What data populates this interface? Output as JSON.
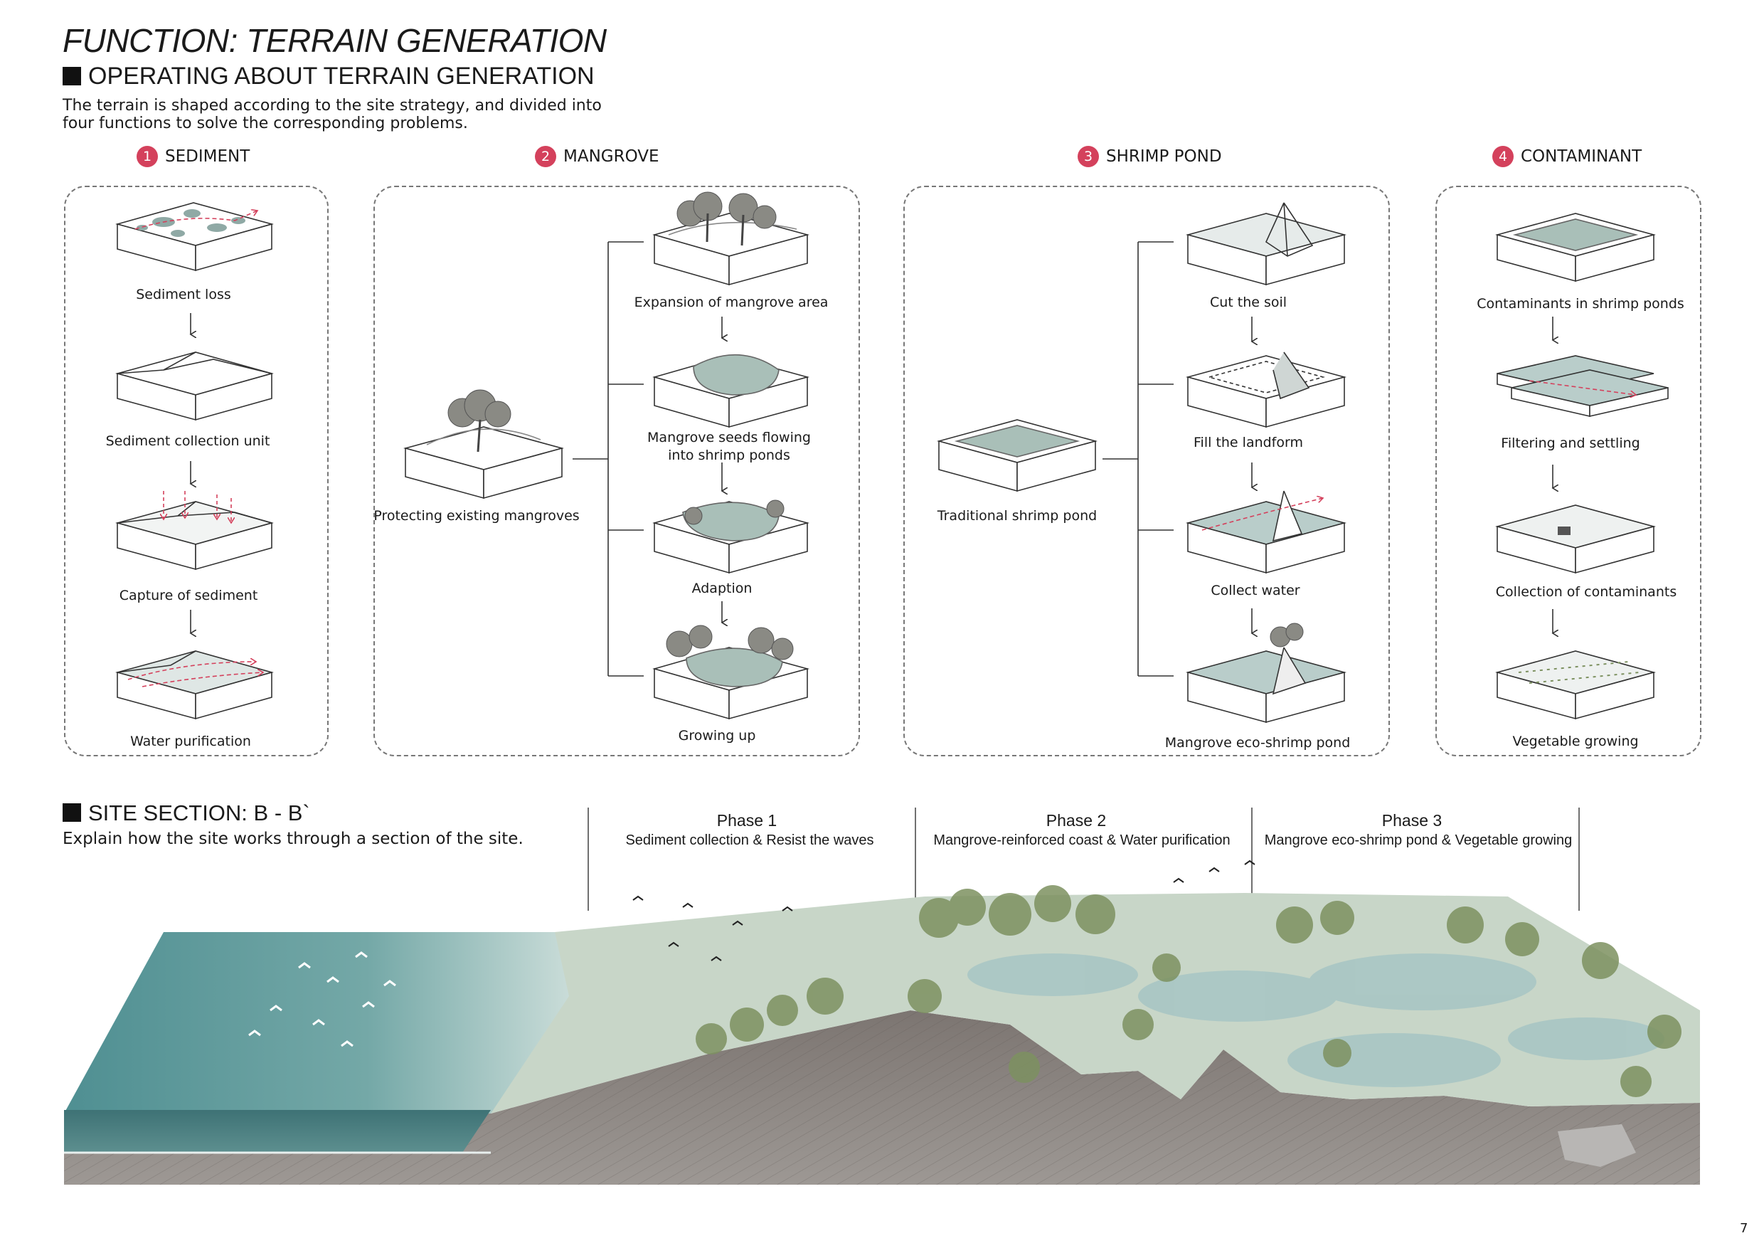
{
  "header": {
    "title": "FUNCTION: TERRAIN GENERATION",
    "subtitle": "OPERATING ABOUT TERRAIN GENERATION",
    "intro_line1": "The terrain is shaped according to the site strategy, and divided into",
    "intro_line2": "four functions to solve the corresponding problems."
  },
  "functions": [
    {
      "number": "1",
      "title": "SEDIMENT",
      "steps": [
        "Sediment loss",
        "Sediment collection unit",
        "Capture of sediment",
        "Water purification"
      ]
    },
    {
      "number": "2",
      "title": "MANGROVE",
      "start": "Protecting existing mangroves",
      "steps": [
        "Expansion of mangrove area",
        "Mangrove seeds flowing",
        "into shrimp ponds",
        "Adaption",
        "Growing up"
      ]
    },
    {
      "number": "3",
      "title": "SHRIMP POND",
      "start": "Traditional shrimp pond",
      "steps": [
        "Cut the soil",
        "Fill the landform",
        "Collect water",
        "Mangrove eco-shrimp pond"
      ]
    },
    {
      "number": "4",
      "title": "CONTAMINANT",
      "steps": [
        "Contaminants in shrimp ponds",
        "Filtering and settling",
        "Collection of contaminants",
        "Vegetable growing"
      ]
    }
  ],
  "section": {
    "heading": "SITE SECTION: B - B`",
    "note": "Explain how the site works through a section of the site.",
    "phases": [
      {
        "title": "Phase 1",
        "desc": "Sediment collection  & Resist the waves"
      },
      {
        "title": "Phase 2",
        "desc": "Mangrove-reinforced coast  & Water purification"
      },
      {
        "title": "Phase 3",
        "desc": "Mangrove eco-shrimp pond  & Vegetable growing"
      }
    ]
  },
  "colors": {
    "accent": "#d4415c",
    "water": "#5f9c9e",
    "terrain": "#6f6a66",
    "vegetation": "#7d9160",
    "pond": "#a9c6c4"
  },
  "page_number": "7"
}
